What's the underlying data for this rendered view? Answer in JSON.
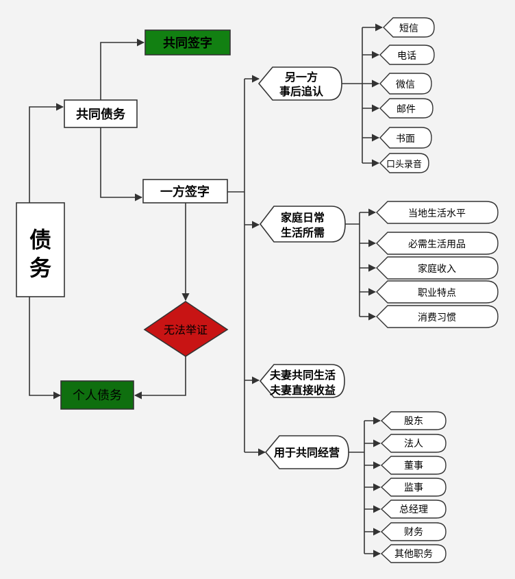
{
  "root": {
    "line1": "债",
    "line2": "务"
  },
  "joint_debt": "共同债务",
  "joint_signature": "共同签字",
  "one_party_signature": "一方签字",
  "cannot_prove": "无法举证",
  "personal_debt": "个人债务",
  "branches": {
    "ratify": {
      "line1": "另一方",
      "line2": "事后追认",
      "items": [
        "短信",
        "电话",
        "微信",
        "邮件",
        "书面",
        "口头录音"
      ]
    },
    "household": {
      "line1": "家庭日常",
      "line2": "生活所需",
      "items": [
        "当地生活水平",
        "必需生活用品",
        "家庭收入",
        "职业特点",
        "消费习惯"
      ]
    },
    "couple_benefit": {
      "line1": "夫妻共同生活",
      "line2": "夫妻直接收益"
    },
    "joint_business": {
      "label": "用于共同经营",
      "items": [
        "股东",
        "法人",
        "董事",
        "监事",
        "总经理",
        "财务",
        "其他职务"
      ]
    }
  },
  "colors": {
    "green_box": "#128012",
    "dark_green_box": "#0f6f0f",
    "decision_red": "#c81414",
    "line": "#333333"
  }
}
